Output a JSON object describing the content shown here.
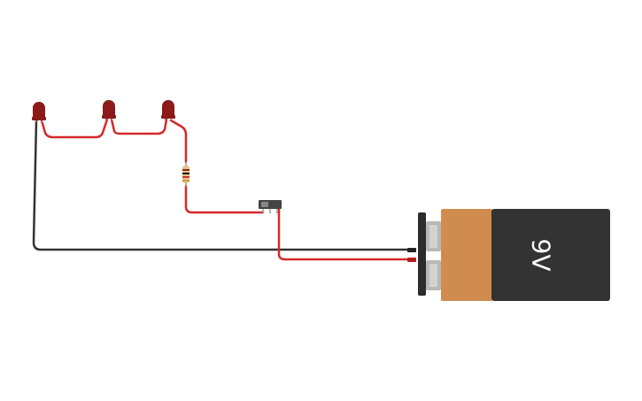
{
  "circuit": {
    "battery": {
      "label": "9V",
      "body_color": "#333333",
      "cap_color": "#d08c4f",
      "clip_color": "#2c2c2c",
      "terminal_color": "#b8b8b8"
    },
    "leds": [
      {
        "name": "led-1",
        "color": "#8b1a1a"
      },
      {
        "name": "led-2",
        "color": "#8b1a1a"
      },
      {
        "name": "led-3",
        "color": "#8b1a1a"
      }
    ],
    "resistor": {
      "body_color": "#e6c28c",
      "bands": [
        "#8a2a1a",
        "#111111",
        "#c0392b",
        "#c8a04a"
      ]
    },
    "switch": {
      "color": "#444444"
    },
    "wires": {
      "positive_color": "#d42a2a",
      "negative_color": "#333333"
    }
  }
}
